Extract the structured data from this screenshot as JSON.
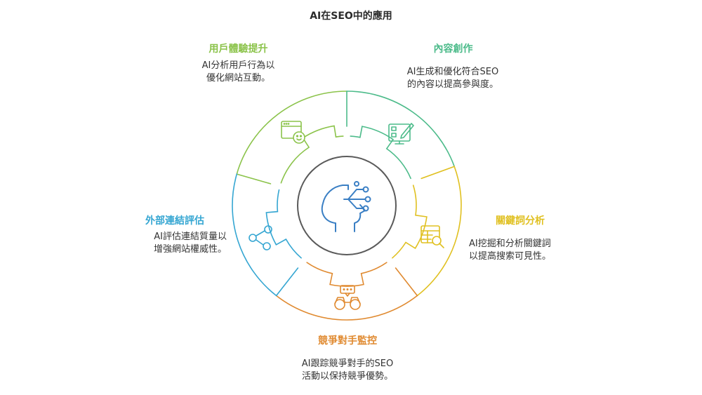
{
  "title": "AI在SEO中的應用",
  "segments": [
    {
      "key": "user_experience",
      "title": "用戶體驗提升",
      "desc": "AI分析用戶行為以\n優化網站互動。",
      "color": "#8BC34A",
      "icon": "browser-face-icon"
    },
    {
      "key": "content_creation",
      "title": "內容創作",
      "desc": "AI生成和優化符合SEO\n的內容以提高參與度。",
      "color": "#4CBB8A",
      "icon": "design-monitor-icon"
    },
    {
      "key": "keyword_analysis",
      "title": "關鍵詞分析",
      "desc": "AI挖掘和分析關鍵詞\n以提高搜索可見性。",
      "color": "#E0C020",
      "icon": "table-search-icon"
    },
    {
      "key": "competitor_monitoring",
      "title": "競爭對手監控",
      "desc": "AI跟踪競爭對手的SEO\n活動以保持競爭優勢。",
      "color": "#E08A30",
      "icon": "binoculars-icon"
    },
    {
      "key": "backlink_evaluation",
      "title": "外部連結評估",
      "desc": "AI評估連結質量以\n增強網站權威性。",
      "color": "#35A6D2",
      "icon": "share-network-icon"
    }
  ],
  "center_icon": "ai-head-network-icon",
  "colors": {
    "center_ring": "#5a5a5a",
    "icon_gray": "#555555"
  }
}
